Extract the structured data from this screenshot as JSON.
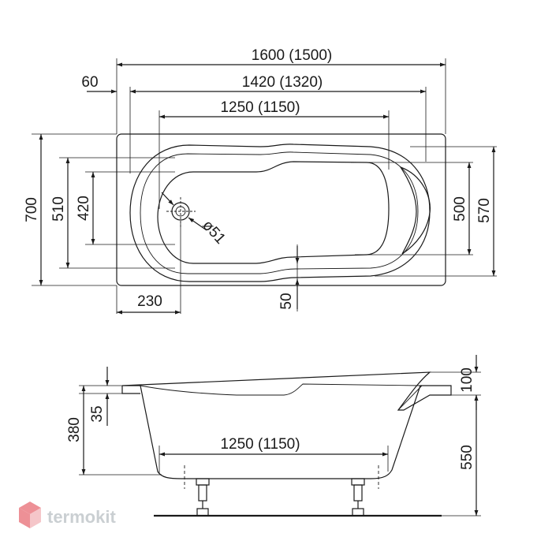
{
  "top_view": {
    "dims": {
      "length_total": "1600 (1500)",
      "length_inner": "1420 (1320)",
      "length_bottom": "1250 (1150)",
      "rim_offset": "60",
      "height_total": "700",
      "height_510": "510",
      "height_420": "420",
      "height_500": "500",
      "height_570": "570",
      "drain_offset": "230",
      "rim_50": "50",
      "drain_diameter": "ø51"
    }
  },
  "side_view": {
    "dims": {
      "bottom_length": "1250 (1150)",
      "height_380": "380",
      "rim_35": "35",
      "headrest_100": "100",
      "leg_height_550": "550"
    }
  },
  "watermark": {
    "brand": "termokit",
    "colors": {
      "icon_top": "#e86b73",
      "icon_side": "#f2b4b8",
      "text": "#b9bfc4"
    }
  }
}
